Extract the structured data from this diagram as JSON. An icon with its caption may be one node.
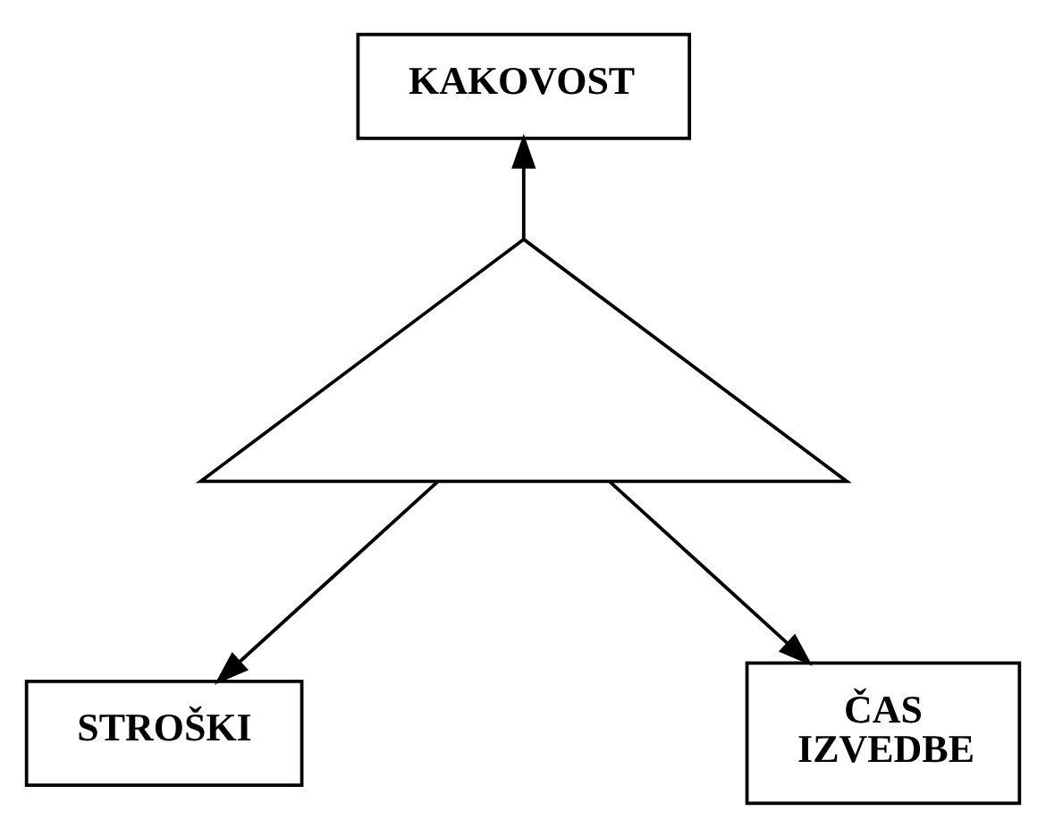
{
  "diagram": {
    "nodes": [
      {
        "text": [
          "KAKOVOST"
        ]
      },
      {
        "text": [],
        "shape": "triangle"
      },
      {
        "text": [
          "STROŠKI"
        ]
      },
      {
        "text": [
          "ČAS IZVEDBE"
        ]
      }
    ],
    "edges": [
      {
        "from": 1,
        "to": 0,
        "arrow": "to"
      },
      {
        "from": 1,
        "to": 2,
        "arrow": "to"
      },
      {
        "from": 1,
        "to": 3,
        "arrow": "to"
      }
    ]
  }
}
